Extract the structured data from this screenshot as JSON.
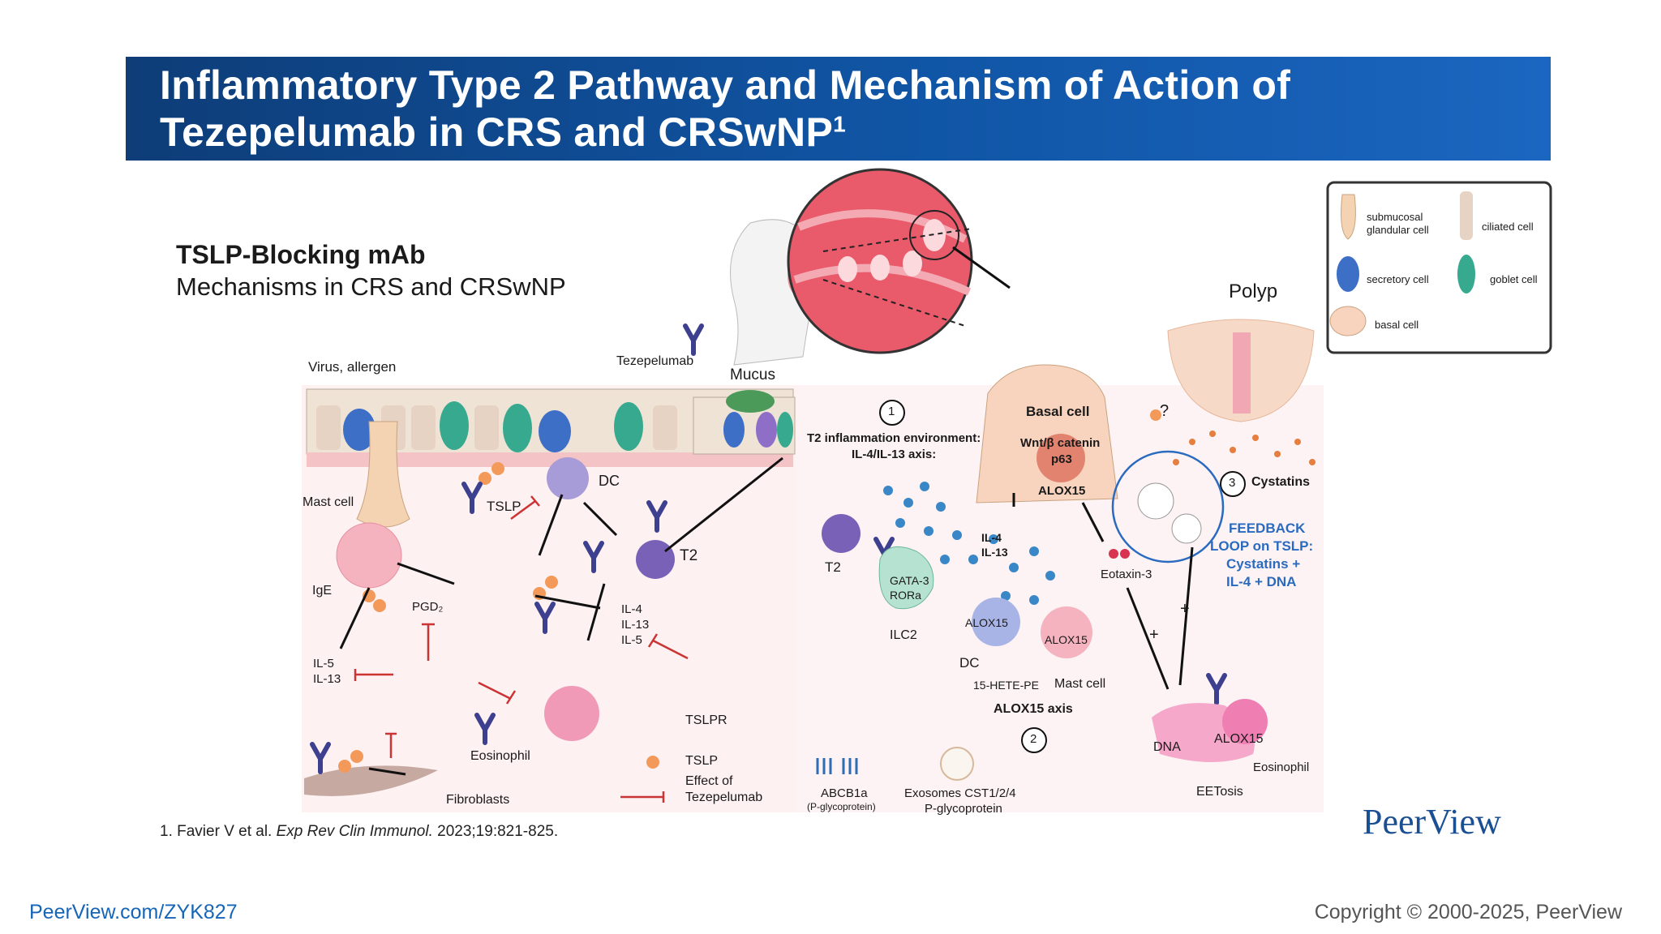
{
  "header": {
    "title_line1": "Inflammatory Type 2 Pathway and Mechanism of Action of",
    "title_line2": "Tezepelumab in CRS and CRSwNP",
    "title_sup": "1"
  },
  "figure": {
    "heading": "TSLP-Blocking mAb",
    "subheading": "Mechanisms in CRS and CRSwNP",
    "labels": {
      "virus": "Virus, allergen",
      "tezepelumab": "Tezepelumab",
      "mucus": "Mucus",
      "polyp": "Polyp",
      "mast_cell": "Mast cell",
      "tslp": "TSLP",
      "dc": "DC",
      "t2": "T2",
      "ige": "IgE",
      "pgd2": "PGD₂",
      "il5_il13_a": "IL-5",
      "il5_il13_b": "IL-13",
      "il4": "IL-4",
      "il13": "IL-13",
      "il5": "IL-5",
      "eosinophil": "Eosinophil",
      "fibroblasts": "Fibroblasts",
      "tslpr": "TSLPR",
      "legend_tslp": "TSLP",
      "effect_line1": "Effect of",
      "effect_line2": "Tezepelumab",
      "step1": "1",
      "t2_env_line1": "T2 inflammation environment:",
      "t2_env_line2": "IL-4/IL-13 axis:",
      "t2_right": "T2",
      "gata3": "GATA-3",
      "rora": "RORa",
      "ilc2": "ILC2",
      "il4_r": "IL-4",
      "il13_r": "IL-13",
      "alox15_dc": "ALOX15",
      "dc_r": "DC",
      "alox15_mast": "ALOX15",
      "hete": "15-HETE-PE",
      "mast_cell_r": "Mast cell",
      "alox15_axis": "ALOX15 axis",
      "step2": "2",
      "abcb1a": "ABCB1a",
      "pglyco_small": "(P-glycoprotein)",
      "exosomes": "Exosomes CST1/2/4",
      "pglyco": "P-glycoprotein",
      "basal_cell": "Basal cell",
      "wnt": "Wnt/β catenin",
      "p63": "p63",
      "alox15_basal": "ALOX15",
      "question": "?",
      "step3": "3",
      "cystatins": "Cystatins",
      "eotaxin": "Eotaxin-3",
      "feedback1": "FEEDBACK",
      "feedback2": "LOOP on TSLP:",
      "feedback3": "Cystatins +",
      "feedback4": "IL-4 + DNA",
      "plus1": "+",
      "plus2": "+",
      "dna": "DNA",
      "alox15_eos": "ALOX15",
      "eosinophil_r": "Eosinophil",
      "eetosis": "EETosis"
    },
    "legend": {
      "submucosal1": "submucosal",
      "submucosal2": "glandular cell",
      "ciliated": "ciliated cell",
      "secretory": "secretory cell",
      "goblet": "goblet cell",
      "basal": "basal cell"
    }
  },
  "citation": {
    "prefix": "1. Favier V et al. ",
    "journal": "Exp Rev Clin Immunol.",
    "suffix": " 2023;19:821-825."
  },
  "footer": {
    "link": "PeerView.com/ZYK827",
    "copyright": "Copyright © 2000-2025, PeerView",
    "logo": "PeerView"
  },
  "colors": {
    "banner": "#0e3d78",
    "accent_blue": "#1765b7",
    "feedback": "#2a6bc0",
    "tissue_pink": "#fbeaec",
    "tslp_orange": "#f39a5a",
    "antibody": "#3d3f8f"
  }
}
